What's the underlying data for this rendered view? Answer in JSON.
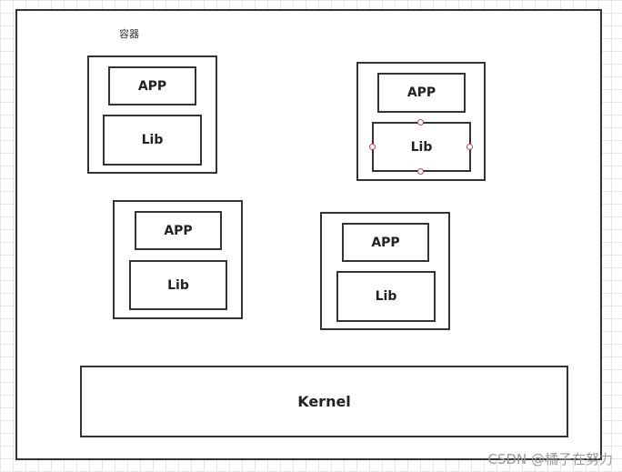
{
  "diagram": {
    "caption": "容器",
    "containers": [
      {
        "app_label": "APP",
        "lib_label": "Lib"
      },
      {
        "app_label": "APP",
        "lib_label": "Lib"
      },
      {
        "app_label": "APP",
        "lib_label": "Lib"
      },
      {
        "app_label": "APP",
        "lib_label": "Lib"
      }
    ],
    "kernel_label": "Kernel"
  },
  "watermark": "CSDN @橘子在努力",
  "colors": {
    "stroke": "#333333",
    "handle": "#b04a5a",
    "grid": "#e6e6e6"
  }
}
